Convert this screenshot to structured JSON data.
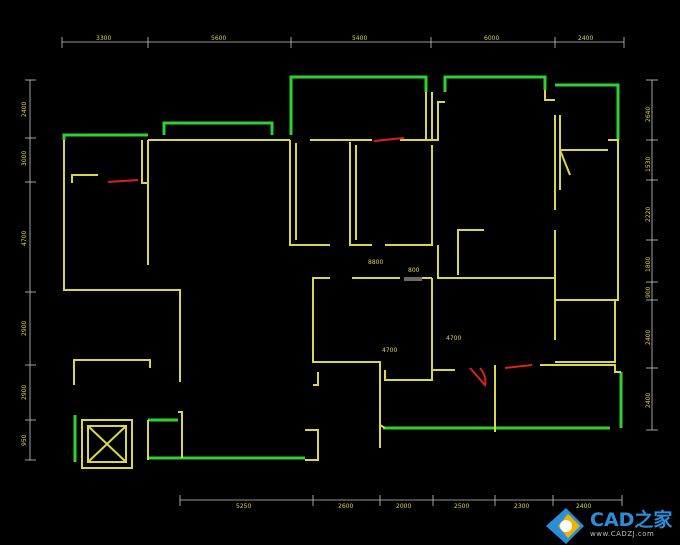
{
  "dims_top": [
    "3300",
    "5600",
    "5400",
    "6000",
    "2400"
  ],
  "dims_bottom": [
    "5250",
    "2600",
    "2000",
    "2500",
    "2300",
    "2400"
  ],
  "dims_left": [
    "2400",
    "3000",
    "4700",
    "2900",
    "2900",
    "950"
  ],
  "dims_right": [
    "2640",
    "1530",
    "2220",
    "1800",
    "900",
    "2400",
    "2400"
  ],
  "labels": {
    "mid": "8800",
    "mid2": "800",
    "mid3": "4700",
    "mid4": "4700"
  },
  "logo": {
    "text": "CAD之家",
    "url": "www.CADZJ.com"
  }
}
